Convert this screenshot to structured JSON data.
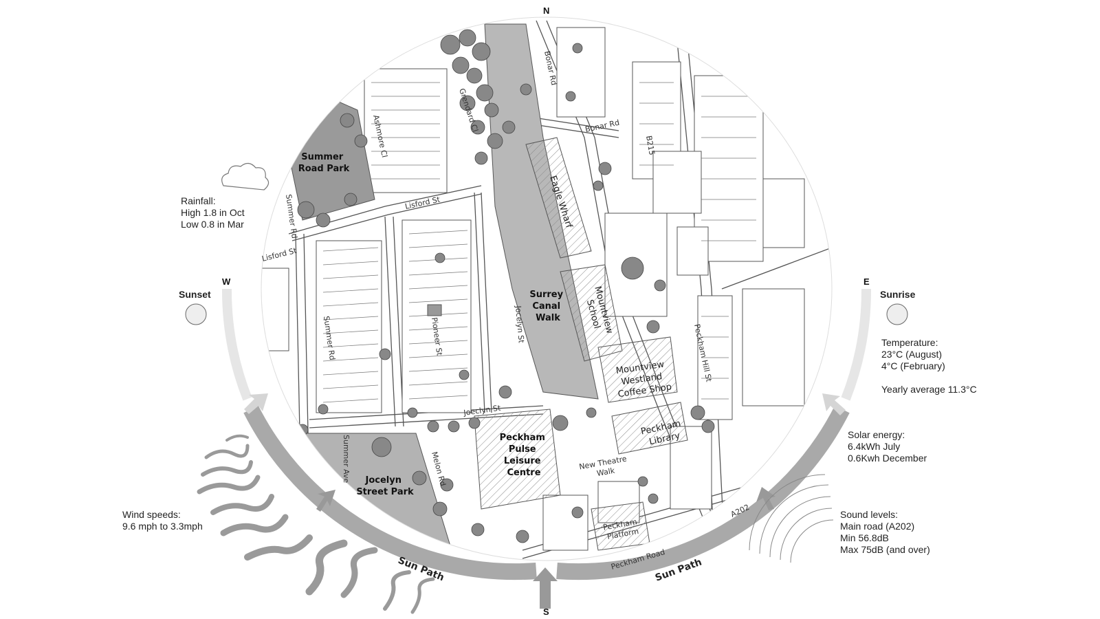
{
  "compass": {
    "north": "N",
    "south": "S",
    "east": "E",
    "west": "W"
  },
  "sun": {
    "sunset": "Sunset",
    "sunrise": "Sunrise",
    "path_left": "Sun Path",
    "path_right": "Sun Path"
  },
  "notes": {
    "rainfall": "Rainfall:\nHigh 1.8 in Oct\nLow 0.8 in Mar",
    "temperature": "Temperature:\n23°C (August)\n4°C (February)\n\nYearly average 11.3°C",
    "solar": "Solar energy:\n6.4kWh July\n0.6Kwh December",
    "sound": "Sound levels:\nMain road (A202)\nMin 56.8dB\nMax 75dB (and over)",
    "wind": "Wind speeds:\n9.6 mph to 3.3mph"
  },
  "places": {
    "summer_road_park": [
      "Summer",
      "Road Park"
    ],
    "jocelyn_street_park": [
      "Jocelyn",
      "Street Park"
    ],
    "surrey_canal_walk": [
      "Surrey",
      "Canal",
      "Walk"
    ],
    "peckham_pulse": [
      "Peckham",
      "Pulse",
      "Leisure",
      "Centre"
    ],
    "mountview_school": [
      "Mountview",
      "School"
    ],
    "mountview_westland": [
      "Mountview",
      "Westland",
      "Coffee Shop"
    ],
    "peckham_library": [
      "Peckham",
      "Library"
    ],
    "peckham_platform": [
      "Peckham",
      "Platform"
    ],
    "eagle_wharf": "Eagle Wharf",
    "new_theatre_walk": [
      "New Theatre",
      "Walk"
    ]
  },
  "streets": {
    "bonar_rd_v": "Bonar Rd",
    "bonar_rd_h": "Bonar Rd",
    "grendard_cl": "Grendard Cl",
    "ashmore_cl": "Ashmore Cl",
    "summer_rd_top": "Summer Rd",
    "summer_rd_mid": "Summer Rd",
    "lisford_st_top": "Lisford St",
    "lisford_st_left": "Lisford St",
    "pioneer_st": "Pioneer St",
    "jocelyn_st_v": "Jocelyn St",
    "jocelyn_st_h": "Joeclyn St",
    "summer_ave": "Summer Ave",
    "melon_rd": "Melon Rd",
    "peckham_hill_st": "Peckham Hill St",
    "b215": "B215",
    "a202": "A202",
    "peckham_road": "Peckham Road"
  },
  "colors": {
    "ink": "#333333",
    "park": "#9a9a9a",
    "canal": "#b8b8b8",
    "sunpath": "#a9a9a9",
    "building": "#ffffff"
  }
}
